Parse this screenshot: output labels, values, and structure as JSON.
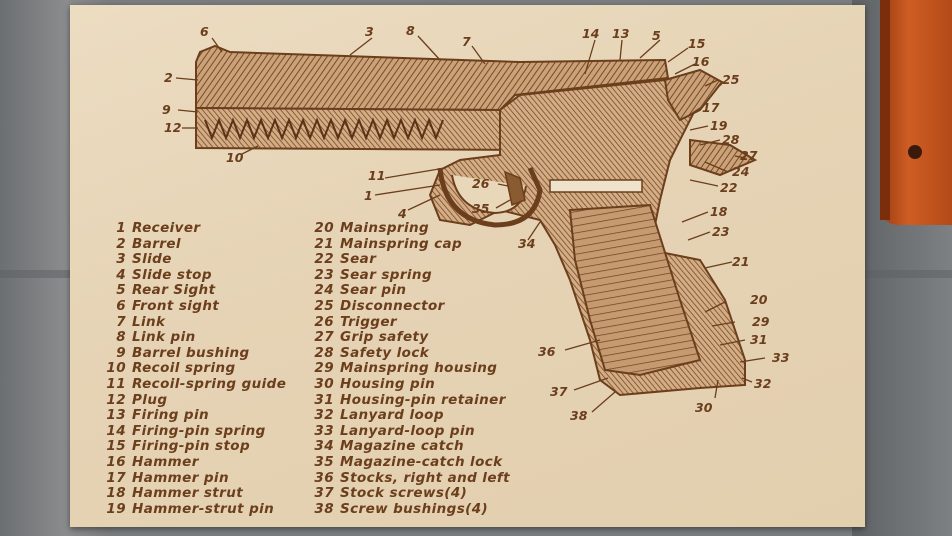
{
  "parts": [
    {
      "num": "1",
      "name": "Receiver"
    },
    {
      "num": "2",
      "name": "Barrel"
    },
    {
      "num": "3",
      "name": "Slide"
    },
    {
      "num": "4",
      "name": "Slide stop"
    },
    {
      "num": "5",
      "name": "Rear Sight"
    },
    {
      "num": "6",
      "name": "Front sight"
    },
    {
      "num": "7",
      "name": "Link"
    },
    {
      "num": "8",
      "name": "Link pin"
    },
    {
      "num": "9",
      "name": "Barrel bushing"
    },
    {
      "num": "10",
      "name": "Recoil spring"
    },
    {
      "num": "11",
      "name": "Recoil-spring guide"
    },
    {
      "num": "12",
      "name": "Plug"
    },
    {
      "num": "13",
      "name": "Firing pin"
    },
    {
      "num": "14",
      "name": "Firing-pin spring"
    },
    {
      "num": "15",
      "name": "Firing-pin stop"
    },
    {
      "num": "16",
      "name": "Hammer"
    },
    {
      "num": "17",
      "name": "Hammer pin"
    },
    {
      "num": "18",
      "name": "Hammer strut"
    },
    {
      "num": "19",
      "name": "Hammer-strut pin"
    },
    {
      "num": "20",
      "name": "Mainspring"
    },
    {
      "num": "21",
      "name": "Mainspring cap"
    },
    {
      "num": "22",
      "name": "Sear"
    },
    {
      "num": "23",
      "name": "Sear spring"
    },
    {
      "num": "24",
      "name": "Sear pin"
    },
    {
      "num": "25",
      "name": "Disconnector"
    },
    {
      "num": "26",
      "name": "Trigger"
    },
    {
      "num": "27",
      "name": "Grip safety"
    },
    {
      "num": "28",
      "name": "Safety lock"
    },
    {
      "num": "29",
      "name": "Mainspring housing"
    },
    {
      "num": "30",
      "name": "Housing pin"
    },
    {
      "num": "31",
      "name": "Housing-pin retainer"
    },
    {
      "num": "32",
      "name": "Lanyard loop"
    },
    {
      "num": "33",
      "name": "Lanyard-loop pin"
    },
    {
      "num": "34",
      "name": "Magazine catch"
    },
    {
      "num": "35",
      "name": "Magazine-catch lock"
    },
    {
      "num": "36",
      "name": "Stocks, right and left"
    },
    {
      "num": "37",
      "name": "Stock screws(4)"
    },
    {
      "num": "38",
      "name": "Screw bushings(4)"
    }
  ],
  "callouts": {
    "c1": "1",
    "c2": "2",
    "c3": "3",
    "c4": "4",
    "c5": "5",
    "c6": "6",
    "c7": "7",
    "c8": "8",
    "c9": "9",
    "c10": "10",
    "c11": "11",
    "c12": "12",
    "c13": "13",
    "c14": "14",
    "c15": "15",
    "c16": "16",
    "c17": "17",
    "c18": "18",
    "c19": "19",
    "c20": "20",
    "c21": "21",
    "c22": "22",
    "c23": "23",
    "c24": "24",
    "c25": "25",
    "c26": "26",
    "c27": "27",
    "c28": "28",
    "c29": "29",
    "c30": "30",
    "c31": "31",
    "c32": "32",
    "c33": "33",
    "c34": "34",
    "c35": "35",
    "c36": "36",
    "c37": "37",
    "c38": "38"
  },
  "colors": {
    "engrave": "#6b3e1c",
    "wood": "#e8d7b9"
  }
}
